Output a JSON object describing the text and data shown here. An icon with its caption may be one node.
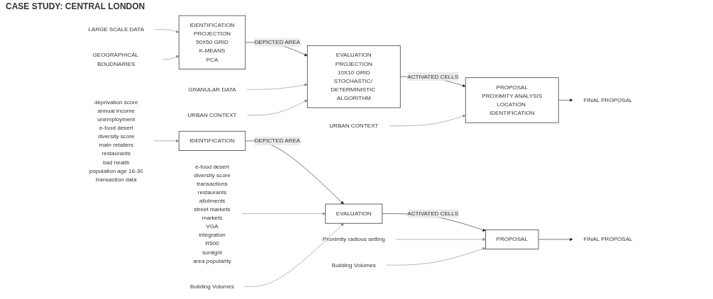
{
  "diagram": {
    "nodes": [
      {
        "text": [
          "LARGE SCALE DATA"
        ]
      },
      {
        "text": [
          "GEOGRAPHICAL BOUDNARIES"
        ]
      },
      {
        "text": [
          "IDENTIFICATION",
          "PROJECTION",
          "50X50 GRID",
          "K-MEANS",
          "PCA"
        ]
      },
      {
        "text": [
          "GRANULAR DATA"
        ]
      },
      {
        "text": [
          "URBAN CONTEXT"
        ]
      },
      {
        "text": [
          "EVALUATION",
          "PROJECTION",
          "10X10 GRID",
          "STOCHASTIC/ DETERMINISTIC ALGORITHM"
        ]
      },
      {
        "text": [
          "URBAN CONTEXT"
        ]
      },
      {
        "text": [
          "PROPOSAL",
          "PROXIMITY ANALYSIS",
          "LOCATION IDENTIFICATION"
        ]
      },
      {
        "text": [
          "FINAL PROPOSAL"
        ]
      },
      {
        "text": [
          "deprivation score",
          "annual income",
          "unemployment",
          "e-food desert",
          "diversity score",
          "main retailers",
          "restaurants",
          "bad health",
          "population age 16-30",
          "transaction data"
        ]
      },
      {
        "text": [
          "IDENTIFICATION"
        ]
      },
      {
        "text": [
          "e-food desert",
          "diversity score",
          "transactions",
          "restaurants",
          "allotments",
          "street markets",
          "markets",
          "VGA",
          "integration",
          "R500",
          "sunlight",
          "area popularity"
        ]
      },
      {
        "text": [
          "EVALUATION"
        ]
      },
      {
        "text": [
          "Building Volumes"
        ]
      },
      {
        "text": [
          "Proximity radious setting"
        ]
      },
      {
        "text": [
          "Building Volumes"
        ]
      },
      {
        "text": [
          "PROPOSAL"
        ]
      },
      {
        "text": [
          "FINAL PROPOSAL"
        ]
      }
    ],
    "edges": [
      {
        "from": 0,
        "to": 2,
        "arrow": "to"
      },
      {
        "from": 1,
        "to": 2,
        "arrow": "to"
      },
      {
        "from": 2,
        "to": 5,
        "arrow": "to",
        "label": "DEPICTED AREA",
        "color": "#222222"
      },
      {
        "from": 3,
        "to": 5,
        "arrow": "to"
      },
      {
        "from": 4,
        "to": 5,
        "arrow": "to"
      },
      {
        "from": 5,
        "to": 7,
        "arrow": "to",
        "label": "ACTIVATED CELLS",
        "color": "#222222"
      },
      {
        "from": 6,
        "to": 7,
        "arrow": "to"
      },
      {
        "from": 7,
        "to": 8,
        "arrow": "to",
        "color": "#222222"
      },
      {
        "from": 9,
        "to": 10,
        "arrow": "to"
      },
      {
        "from": 10,
        "to": 12,
        "arrow": "to",
        "label": "DEPICTED AREA",
        "color": "#222222"
      },
      {
        "from": 11,
        "to": 12,
        "arrow": "to"
      },
      {
        "from": 13,
        "to": 12,
        "arrow": "to"
      },
      {
        "from": 12,
        "to": 16,
        "arrow": "to",
        "label": "ACTIVATED CELLS",
        "color": "#222222"
      },
      {
        "from": 14,
        "to": 16,
        "arrow": "to"
      },
      {
        "from": 15,
        "to": 16,
        "arrow": "to"
      },
      {
        "from": 16,
        "to": 17,
        "arrow": "to",
        "color": "#222222"
      }
    ],
    "labels": [
      "CASE STUDY: CENTRAL LONDON"
    ]
  }
}
